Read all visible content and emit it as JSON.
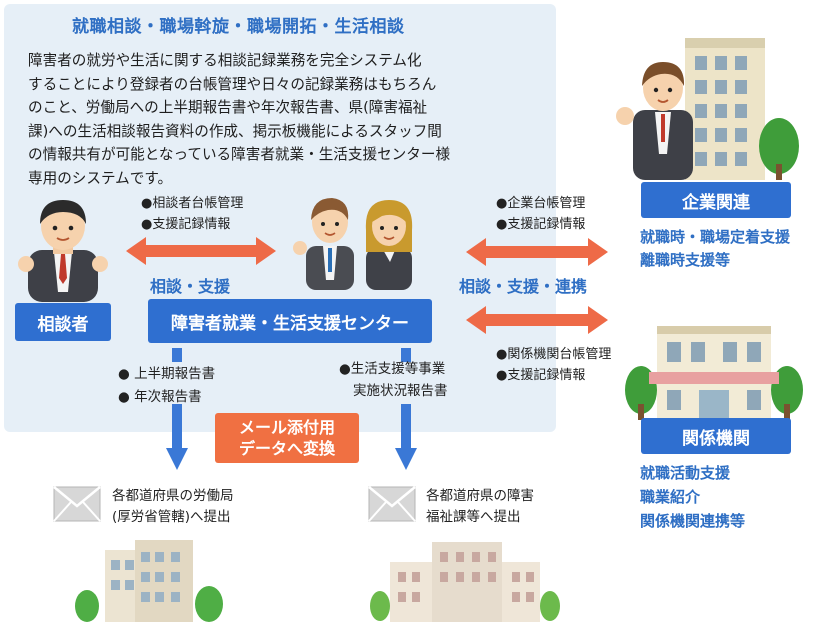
{
  "heading": "就職相談・職場斡旋・職場開拓・生活相談",
  "description": [
    "障害者の就労や生活に関する相談記録業務を完全システム化",
    "することにより登録者の台帳管理や日々の記録業務はもちろん",
    "のこと、労働局への上半期報告書や年次報告書、県(障害福祉",
    "課)への生活相談報告資料の作成、掲示板機能によるスタッフ間",
    "の情報共有が可能となっている障害者就業・生活支援センター様",
    "専用のシステムです。"
  ],
  "consultee": {
    "label": "相談者"
  },
  "center": {
    "label": "障害者就業・生活支援センター"
  },
  "company": {
    "label": "企業関連",
    "services": [
      "就職時・職場定着支援",
      "離職時支援等"
    ]
  },
  "agency": {
    "label": "関係機関",
    "services": [
      "就職活動支援",
      "職業紹介",
      "関係機関連携等"
    ]
  },
  "left_bullets": [
    "●相談者台帳管理",
    "●支援記録情報"
  ],
  "left_link_label": "相談・支援",
  "right_top_bullets": [
    "●企業台帳管理",
    "●支援記録情報"
  ],
  "right_link_label": "相談・支援・連携",
  "right_bottom_bullets": [
    "●関係機関台帳管理",
    "●支援記録情報"
  ],
  "report_left_bullets": [
    "● 上半期報告書",
    "● 年次報告書"
  ],
  "report_right_bullets": [
    "●生活支援等事業",
    "実施状況報告書"
  ],
  "convert_label": [
    "メール添付用",
    "データへ変換"
  ],
  "dest_left": [
    "各都道府県の労働局",
    "(厚労省管轄)へ提出"
  ],
  "dest_right": [
    "各都道府県の障害",
    "福祉課等へ提出"
  ],
  "colors": {
    "blue": "#2f6fd0",
    "orange": "#f07042",
    "arrow_red": "#ee6a47",
    "panel": "#e6eff7"
  }
}
